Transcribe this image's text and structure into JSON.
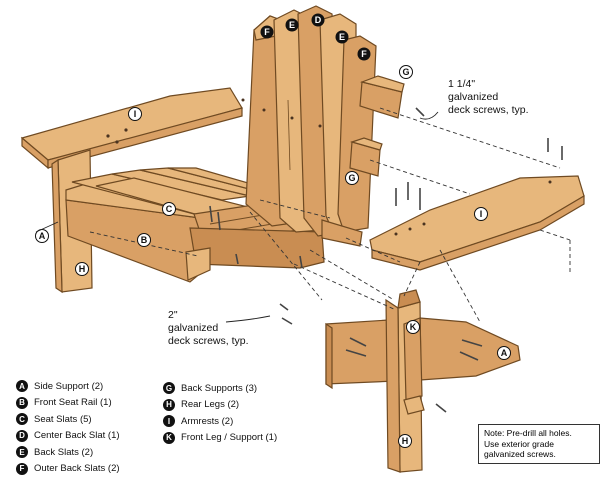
{
  "callouts": {
    "screws_back": [
      "1 1/4\"",
      "galvanized",
      "deck screws, typ."
    ],
    "screws_front": [
      "2\"",
      "galvanized",
      "deck screws, typ."
    ]
  },
  "legend_left": [
    {
      "key": "A",
      "text": "Side Support (2)"
    },
    {
      "key": "B",
      "text": "Front Seat Rail (1)"
    },
    {
      "key": "C",
      "text": "Seat Slats (5)"
    },
    {
      "key": "D",
      "text": "Center Back Slat (1)"
    },
    {
      "key": "E",
      "text": "Back Slats (2)"
    },
    {
      "key": "F",
      "text": "Outer Back Slats (2)"
    }
  ],
  "legend_right": [
    {
      "key": "G",
      "text": "Back Supports (3)"
    },
    {
      "key": "H",
      "text": "Rear Legs (2)"
    },
    {
      "key": "I",
      "text": "Armrests (2)"
    },
    {
      "key": "K",
      "text": "Front Leg / Support (1)"
    }
  ],
  "note": [
    "Note: Pre-drill all holes.",
    "Use exterior grade",
    "galvanized screws."
  ],
  "part_labels": {
    "F": "F",
    "E": "E",
    "D": "D",
    "G": "G",
    "I": "I",
    "C": "C",
    "A": "A",
    "B": "B",
    "H": "H",
    "K": "K"
  }
}
